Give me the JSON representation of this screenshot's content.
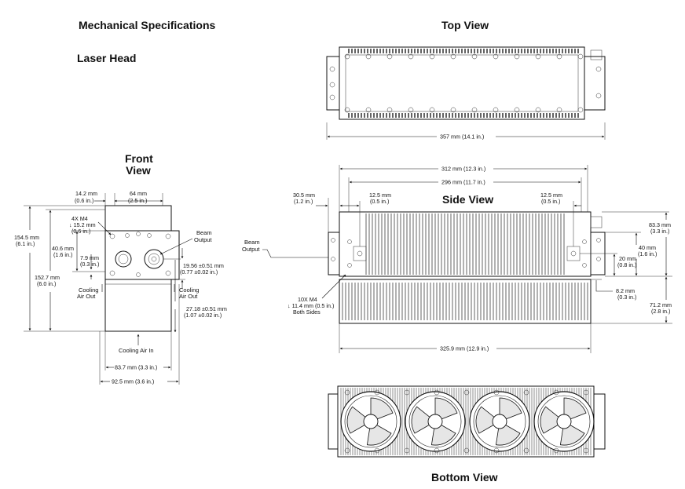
{
  "titles": {
    "main": "Mechanical Specifications",
    "laser_head": "Laser Head",
    "top_view": "Top View",
    "front_view_1": "Front",
    "front_view_2": "View",
    "side_view": "Side View",
    "bottom_view": "Bottom View"
  },
  "top": {
    "width": "357 mm (14.1 in.)"
  },
  "front": {
    "d14": "14.2 mm",
    "d14_in": "(0.6 in.)",
    "d64": "64 mm",
    "d64_in": "(2.5 in.)",
    "m4_1": "4X M4",
    "m4_2": "↓ 15.2 mm",
    "m4_3": "(0.6 in.)",
    "beam_1": "Beam",
    "beam_2": "Output",
    "d154": "154.5 mm",
    "d154_in": "(6.1 in.)",
    "d40": "40.6 mm",
    "d40_in": "(1.6 in.)",
    "d7": "7.9 mm",
    "d7_in": "(0.3 in.)",
    "d152": "152.7 mm",
    "d152_in": "(6.0 in.)",
    "d19": "19.56 ±0.51 mm",
    "d19_in": "(0.77 ±0.02 in.)",
    "cool_l1": "Cooling",
    "cool_l2": "Air Out",
    "cool_r1": "Cooling",
    "cool_r2": "Air Out",
    "d27": "27.18 ±0.51 mm",
    "d27_in": "(1.07 ±0.02 in.)",
    "cool_in": "Cooling Air In",
    "d83": "83.7 mm (3.3 in.)",
    "d92": "92.5 mm (3.6 in.)"
  },
  "side": {
    "d312": "312 mm (12.3 in.)",
    "d296": "296 mm (11.7 in.)",
    "d30": "30.5 mm",
    "d30_in": "(1.2 in.)",
    "d12a": "12.5 mm",
    "d12a_in": "(0.5 in.)",
    "d12b": "12.5 mm",
    "d12b_in": "(0.5 in.)",
    "beam_1": "Beam",
    "beam_2": "Output",
    "d83": "83.3 mm",
    "d83_in": "(3.3 in.)",
    "d40": "40 mm",
    "d40_in": "(1.6 in.)",
    "d20": "20 mm",
    "d20_in": "(0.8 in.)",
    "d8": "8.2 mm",
    "d8_in": "(0.3 in.)",
    "d71": "71.2 mm",
    "d71_in": "(2.8 in.)",
    "m4_1": "10X M4",
    "m4_2": "↓ 11.4 mm (0.5 in.)",
    "m4_3": "Both Sides",
    "d325": "325.9 mm (12.9 in.)"
  }
}
